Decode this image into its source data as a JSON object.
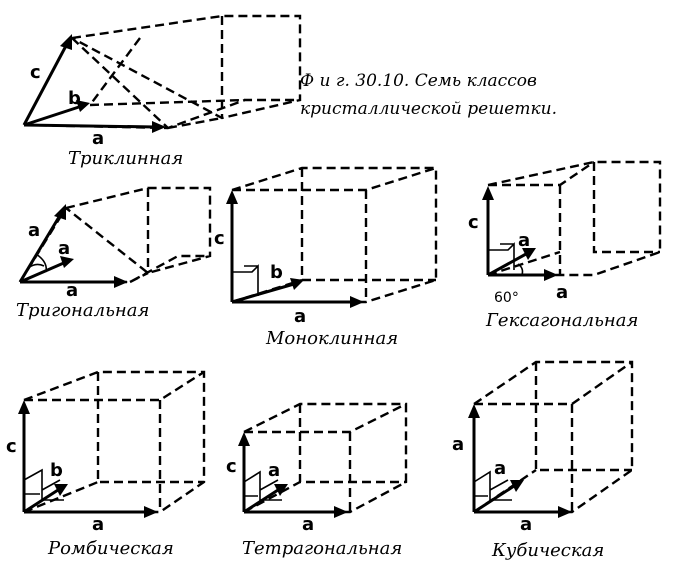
{
  "caption": {
    "line1": "Ф и г.  30.10. Семь классов",
    "line2": "кристаллической  решетки."
  },
  "lattices": [
    {
      "name": "Триклинная",
      "vectors": [
        "c",
        "b",
        "a"
      ]
    },
    {
      "name": "Тригональная",
      "vectors": [
        "a",
        "a",
        "a"
      ]
    },
    {
      "name": "Моноклинная",
      "vectors": [
        "c",
        "b",
        "a"
      ]
    },
    {
      "name": "Гексагональная",
      "vectors": [
        "c",
        "a",
        "a"
      ],
      "angle": "60°"
    },
    {
      "name": "Ромбическая",
      "vectors": [
        "c",
        "b",
        "a"
      ]
    },
    {
      "name": "Тетрагональная",
      "vectors": [
        "c",
        "a",
        "a"
      ]
    },
    {
      "name": "Кубическая",
      "vectors": [
        "a",
        "a",
        "a"
      ]
    }
  ]
}
